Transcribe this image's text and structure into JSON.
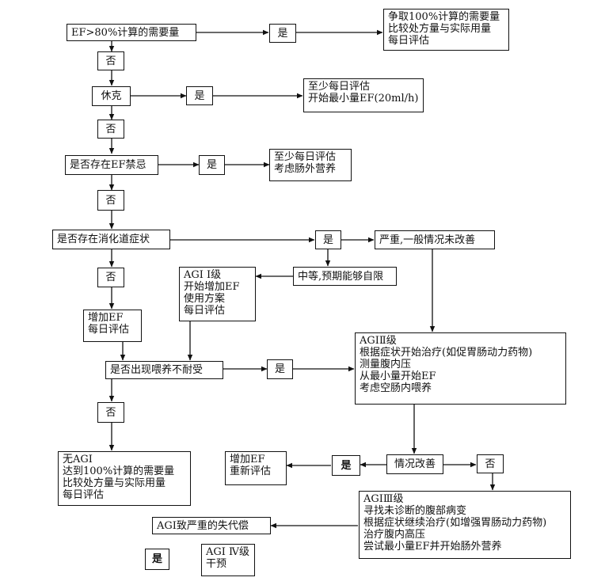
{
  "nodes": {
    "ef80": "EF>80%计算的需要量",
    "yes1": "是",
    "goal100": [
      "争取100%计算的需要量",
      "比较处方量与实际用量",
      "每日评估"
    ],
    "no1": "否",
    "shock": "休克",
    "yes2": "是",
    "minEF": [
      "至少每日评估",
      "开始最小量EF(20ml/h)"
    ],
    "no2": "否",
    "efContra": "是否存在EF禁忌",
    "yes3": "是",
    "consPN": [
      "至少每日评估",
      "考虑肠外营养"
    ],
    "no3": "否",
    "giSymptoms": "是否存在消化道症状",
    "yes4": "是",
    "severe": "严重,一般情况未改善",
    "moderate": "中等,预期能够自限",
    "agi1": [
      "AGI Ⅰ级",
      "开始增加EF",
      "使用方案",
      "每日评估"
    ],
    "no4": "否",
    "incEF": [
      "增加EF",
      "每日评估"
    ],
    "intolerance": "是否出现喂养不耐受",
    "yes5": "是",
    "agi2": [
      "AGIⅡ级",
      "根据症状开始治疗(如促胃肠动力药物)",
      "测量腹内压",
      "从最小量开始EF",
      "考虑空肠内喂养"
    ],
    "no5": "否",
    "noAGI": [
      "无AGI",
      "达到100%计算的需要量",
      "比较处方量与实际用量",
      "每日评估"
    ],
    "incEF2": [
      "增加EF",
      "重新评估"
    ],
    "yes6": "是",
    "improved": "情况改善",
    "no6": "否",
    "agi3": [
      "AGIⅢ级",
      "寻找未诊断的腹部病变",
      "根据症状继续治疗(如增强胃肠动力药物)",
      "治疗腹内高压",
      "尝试最小量EF并开始肠外营养"
    ],
    "decomp": "AGI致严重的失代偿",
    "yes7": "是",
    "agi4": [
      "AGI Ⅳ级",
      "干预"
    ]
  }
}
